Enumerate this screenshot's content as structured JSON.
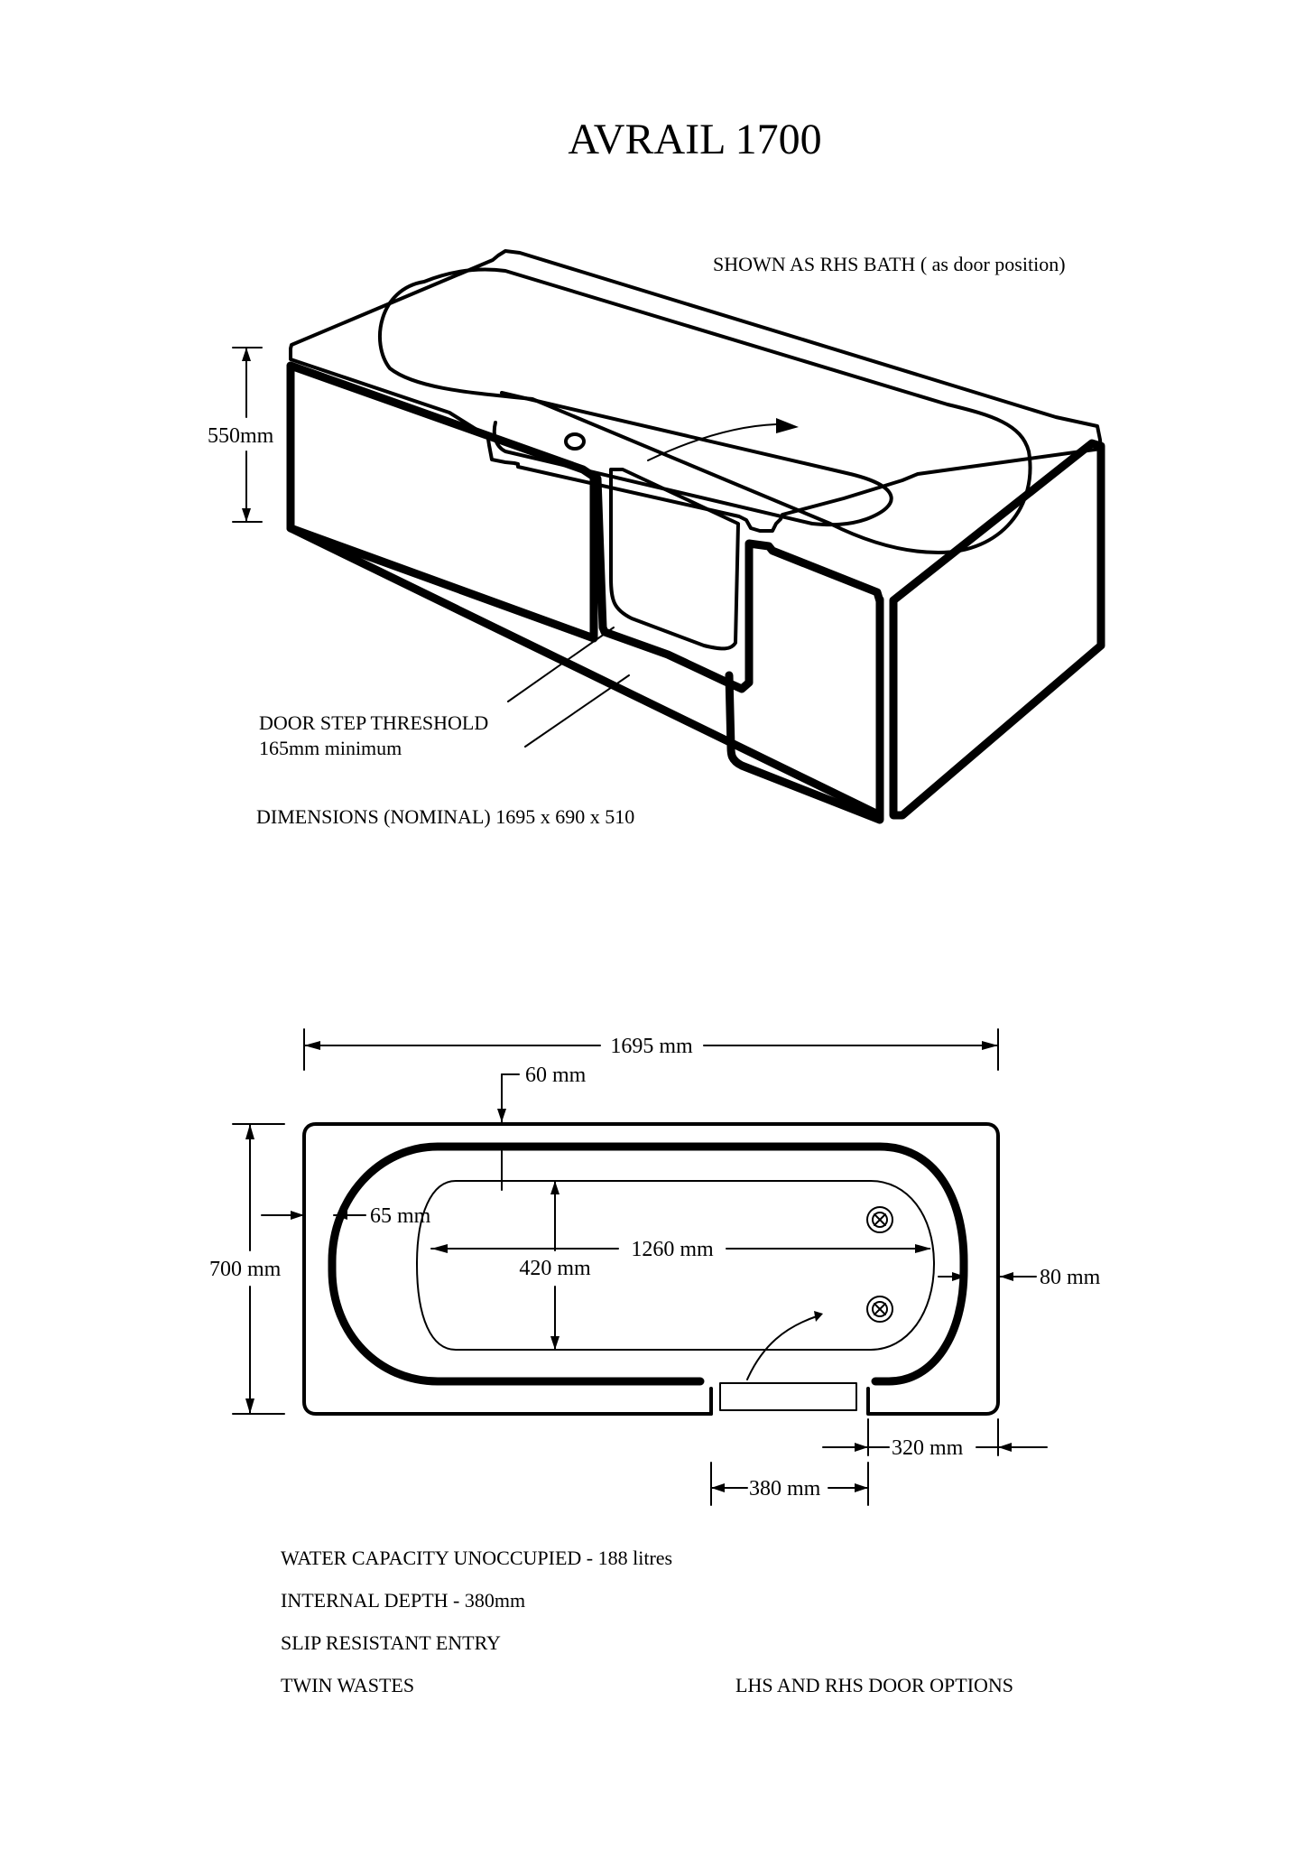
{
  "title": "AVRAIL 1700",
  "iso_view": {
    "note": "SHOWN AS RHS BATH ( as door position)",
    "height_label": "550mm",
    "threshold_label": "DOOR STEP THRESHOLD",
    "threshold_value": "165mm minimum",
    "dimensions_text": "DIMENSIONS (NOMINAL)  1695 x 690 x 510"
  },
  "plan_view": {
    "overall_length": "1695 mm",
    "rim_top": "60 mm",
    "rim_end": "65 mm",
    "internal_length": "1260 mm",
    "internal_width": "420 mm",
    "overall_width": "700 mm",
    "rim_right": "80 mm",
    "door_offset": "320 mm",
    "door_width": "380 mm"
  },
  "specs": [
    "WATER CAPACITY UNOCCUPIED - 188 litres",
    "INTERNAL DEPTH - 380mm",
    "SLIP RESISTANT ENTRY",
    "TWIN WASTES"
  ],
  "door_options": "LHS AND RHS DOOR OPTIONS"
}
